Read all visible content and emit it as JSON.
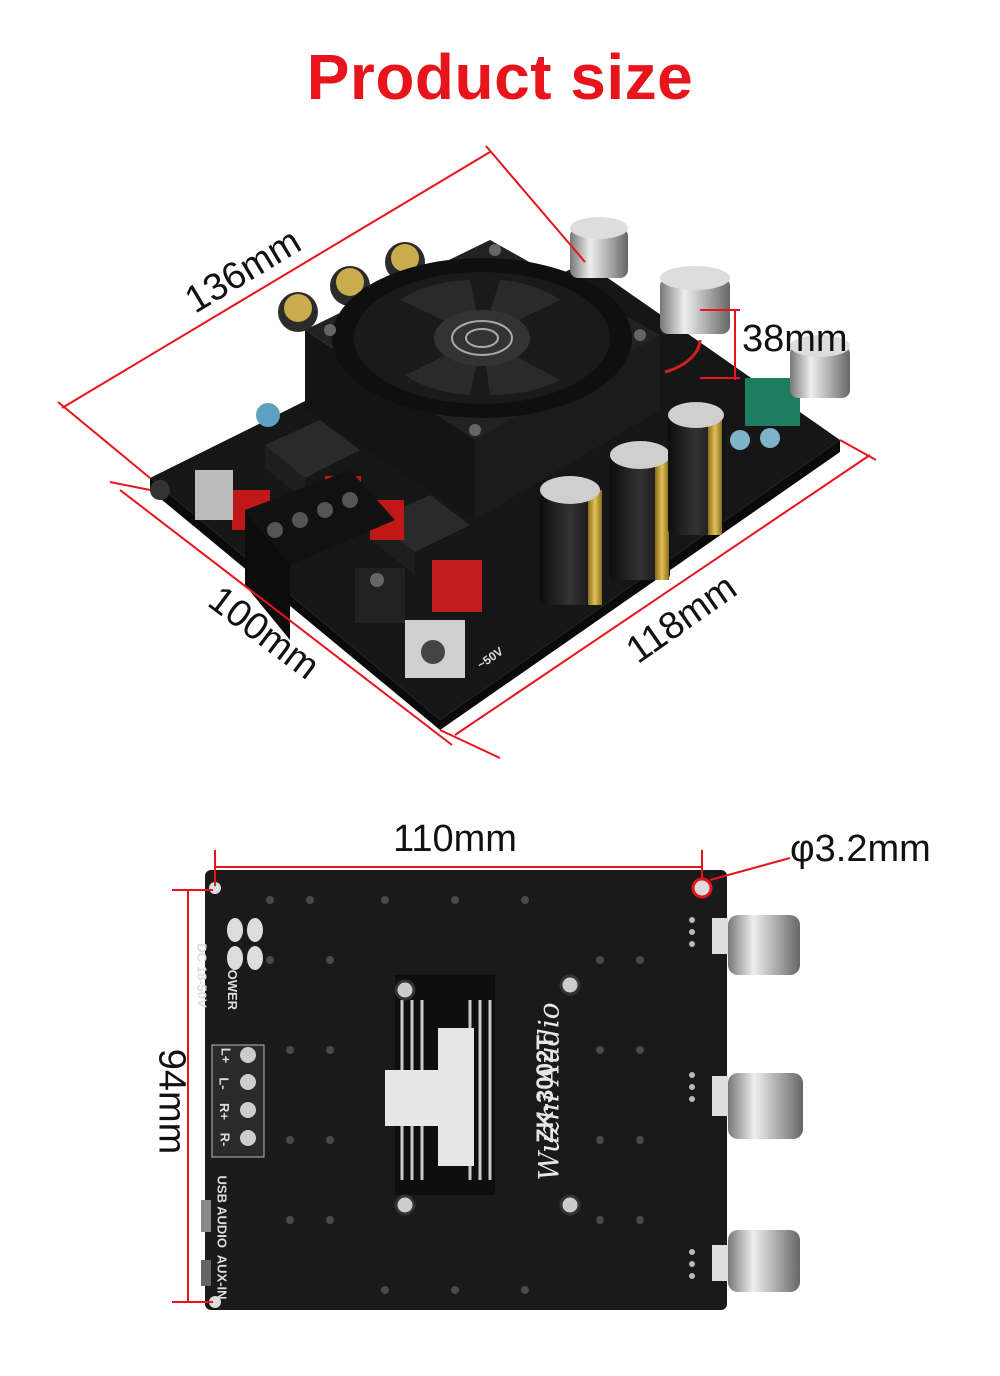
{
  "title": "Product size",
  "dimensions": {
    "top_length": "136mm",
    "height": "38mm",
    "bottom_left": "100mm",
    "bottom_right": "118mm",
    "hole_span": "110mm",
    "hole_diameter": "φ3.2mm",
    "board_side": "94mm"
  },
  "board_markings": {
    "voltage": "DC 18-50V",
    "power": "POWER",
    "channels": [
      "L+",
      "L-",
      "R+",
      "R-"
    ],
    "inputs": "USB AUDIO  AUX-IN",
    "brand": "Wuzhi Audio",
    "model": "ZK-3002T",
    "input_label_top": "~50V"
  },
  "colors": {
    "accent": "#e8141b",
    "pcb": "#1a1a1a"
  }
}
